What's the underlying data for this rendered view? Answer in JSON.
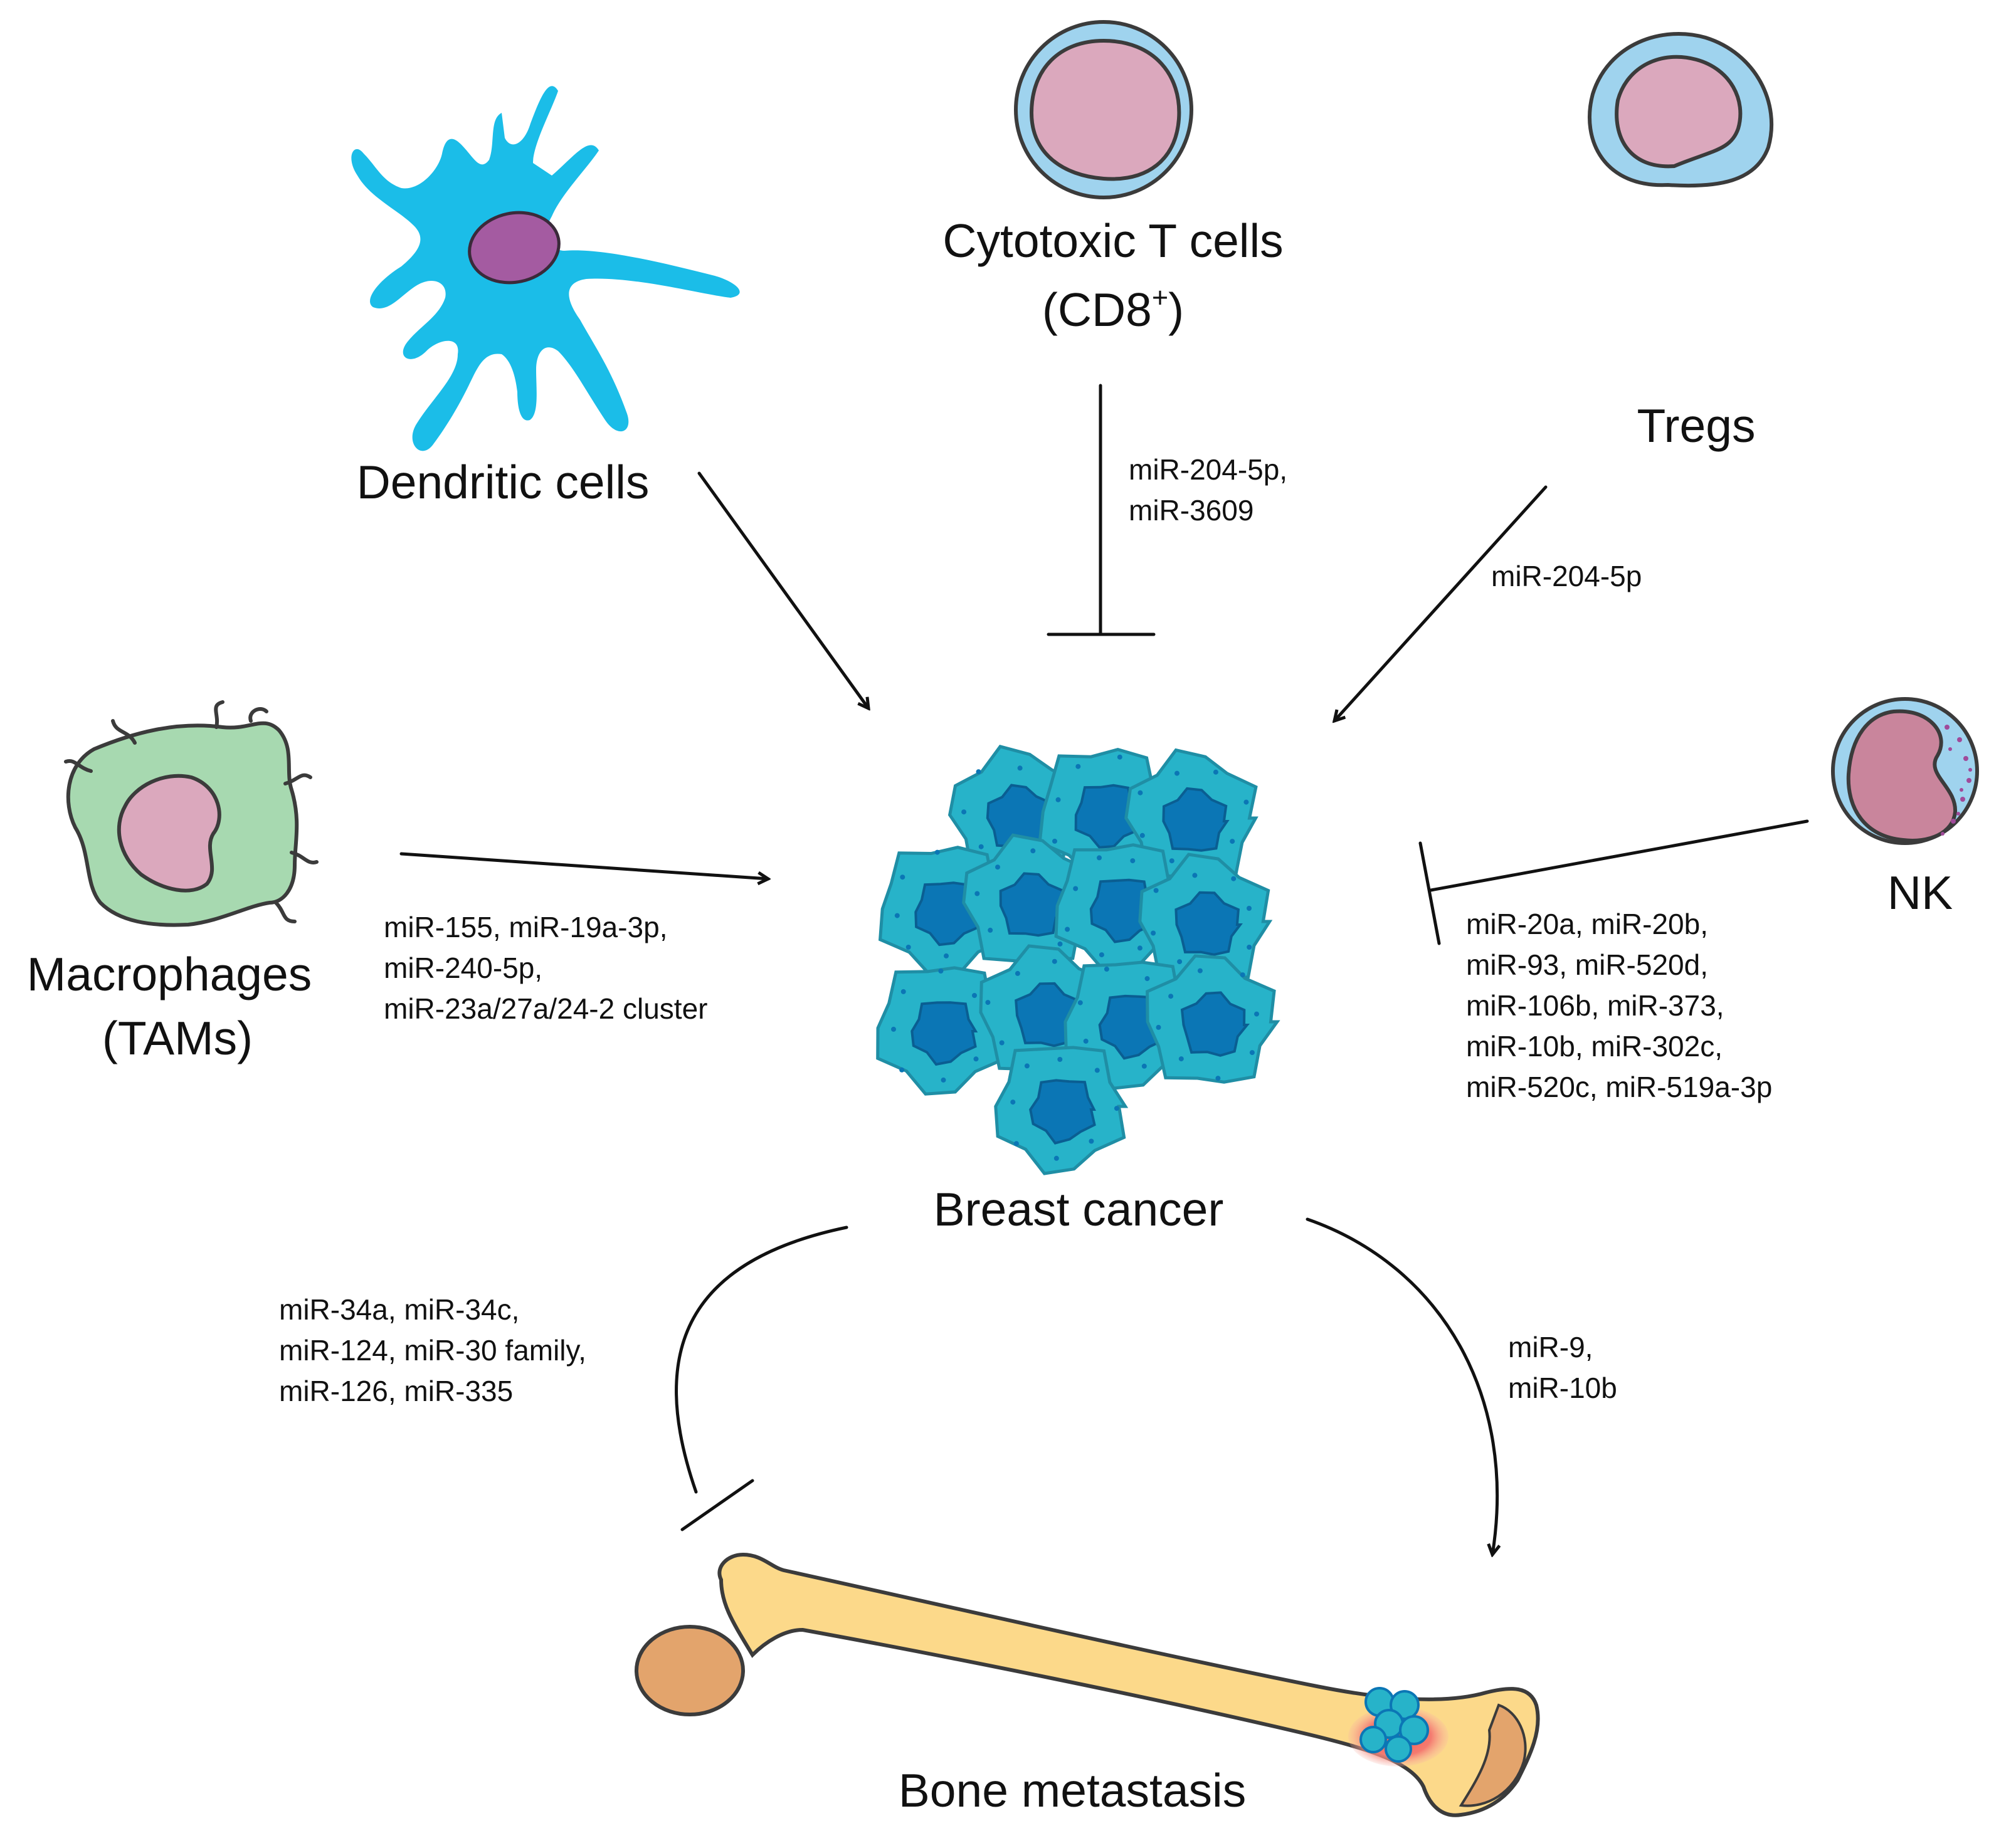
{
  "cells": {
    "dendritic": {
      "label": "Dendritic cells"
    },
    "cytotoxic_t": {
      "label_line1": "Cytotoxic T cells",
      "label_line2_base": "(CD8",
      "label_line2_sup": "+",
      "label_line2_end": ")"
    },
    "tregs": {
      "label": "Tregs"
    },
    "nk": {
      "label": "NK"
    },
    "macrophages": {
      "label_line1": "Macrophages",
      "label_line2": "(TAMs)"
    }
  },
  "center": {
    "label": "Breast cancer"
  },
  "bone": {
    "label": "Bone metastasis"
  },
  "interactions": {
    "cd8_inhibit": {
      "type": "inhibit",
      "mirnas": [
        "miR-204-5p,",
        "miR-3609"
      ]
    },
    "tregs_promote": {
      "type": "promote",
      "mirnas": [
        "miR-204-5p"
      ]
    },
    "dendritic_promote": {
      "type": "promote",
      "mirnas": []
    },
    "macrophage_promote": {
      "type": "promote",
      "mirnas": [
        "miR-155, miR-19a-3p,",
        "miR-240-5p,",
        "miR-23a/27a/24-2 cluster"
      ]
    },
    "nk_inhibit": {
      "type": "inhibit",
      "mirnas": [
        "miR-20a, miR-20b,",
        "miR-93, miR-520d,",
        "miR-106b, miR-373,",
        "miR-10b, miR-302c,",
        "miR-520c, miR-519a-3p"
      ]
    },
    "bone_inhibit": {
      "type": "inhibit",
      "mirnas": [
        "miR-34a, miR-34c,",
        "miR-124, miR-30 family,",
        "miR-126, miR-335"
      ]
    },
    "bone_promote": {
      "type": "promote",
      "mirnas": [
        "miR-9,",
        "miR-10b"
      ]
    }
  },
  "colors": {
    "dendritic_body": "#1bbde8",
    "dendritic_nucleus": "#a45ba1",
    "t_cell_membrane": "#9fd3ee",
    "t_cell_nucleus": "#dba8bd",
    "macrophage_body": "#a7d9b0",
    "macrophage_nucleus": "#dba8bd",
    "cancer_cell": "#27b3c9",
    "cancer_nucleus": "#0b76b5",
    "bone_shaft": "#fcd98a",
    "bone_head": "#e3a46c",
    "tumor_glow": "#f2574f"
  }
}
